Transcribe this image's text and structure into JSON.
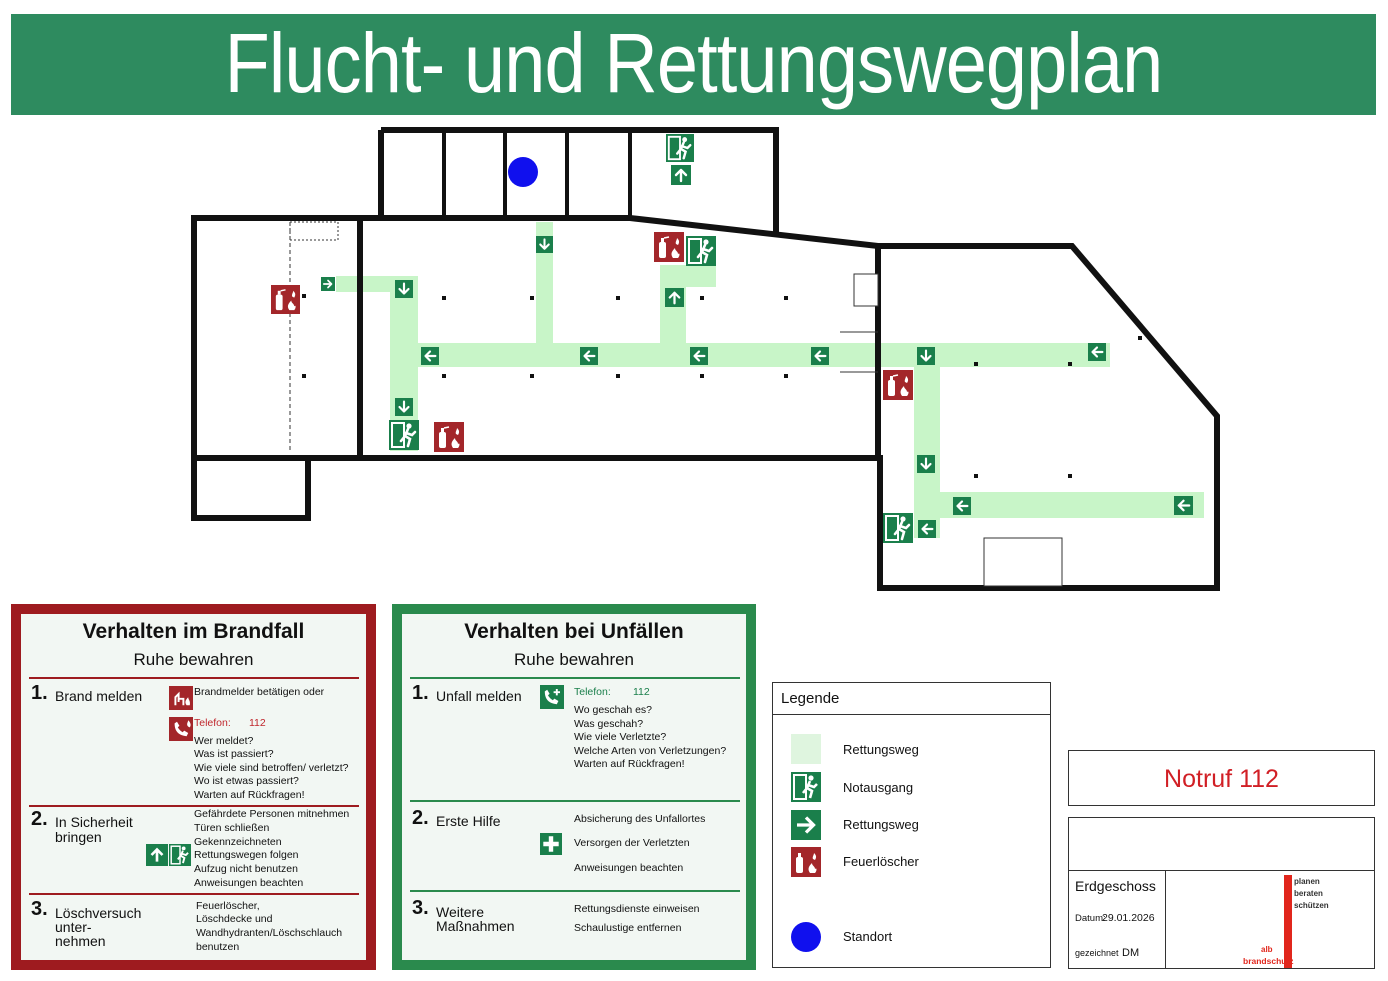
{
  "title": "Flucht- und Rettungswegplan",
  "fire_panel": {
    "heading": "Verhalten im Brandfall",
    "subheading": "Ruhe bewahren",
    "step1": {
      "num": "1.",
      "title": "Brand melden",
      "line1": "Brandmelder betätigen oder",
      "phone_label": "Telefon:",
      "phone_number": "112",
      "questions": [
        "Wer meldet?",
        "Was ist passiert?",
        "Wie viele sind betroffen/ verletzt?",
        "Wo ist etwas passiert?",
        "Warten auf Rückfragen!"
      ]
    },
    "step2": {
      "num": "2.",
      "title_line1": "In Sicherheit",
      "title_line2": "bringen",
      "lines": [
        "Gefährdete Personen mitnehmen",
        "Türen schließen",
        "Gekennzeichneten",
        "Rettungswegen folgen",
        "Aufzug nicht benutzen",
        "Anweisungen beachten"
      ]
    },
    "step3": {
      "num": "3.",
      "title_line1": "Löschversuch",
      "title_line2": "unter-",
      "title_line3": "nehmen",
      "lines": [
        "Feuerlöscher,",
        "Löschdecke und",
        "Wandhydranten/Löschschlauch",
        "benutzen"
      ]
    }
  },
  "accident_panel": {
    "heading": "Verhalten bei Unfällen",
    "subheading": "Ruhe bewahren",
    "step1": {
      "num": "1.",
      "title": "Unfall melden",
      "phone_label": "Telefon:",
      "phone_number": "112",
      "questions": [
        "Wo geschah es?",
        "Was geschah?",
        "Wie viele Verletzte?",
        "Welche Arten von Verletzungen?",
        "Warten auf Rückfragen!"
      ]
    },
    "step2": {
      "num": "2.",
      "title": "Erste Hilfe",
      "lines": [
        "Absicherung des Unfallortes",
        "Versorgen der Verletzten",
        "Anweisungen beachten"
      ]
    },
    "step3": {
      "num": "3.",
      "title_line1": "Weitere",
      "title_line2": "Maßnahmen",
      "lines": [
        "Rettungsdienste einweisen",
        "Schaulustige entfernen"
      ]
    }
  },
  "legend": {
    "title": "Legende",
    "items": [
      {
        "icon": "escape-route-area",
        "label": "Rettungsweg"
      },
      {
        "icon": "emergency-exit-sign",
        "label": "Notausgang"
      },
      {
        "icon": "escape-direction-arrow",
        "label": "Rettungsweg"
      },
      {
        "icon": "fire-extinguisher-sign",
        "label": "Feuerlöscher"
      },
      {
        "icon": "standort-dot",
        "label": "Standort"
      }
    ]
  },
  "notruf": "Notruf 112",
  "info": {
    "floor": "Erdgeschoss",
    "date_label": "Datum:",
    "date": "29.01.2026",
    "drawn_label": "gezeichnet",
    "drawn": "DM",
    "logo_lines": [
      "planen",
      "beraten",
      "schützen"
    ],
    "logo_brand_prefix": "alb",
    "logo_brand": "brandschutz"
  },
  "colors": {
    "title_green": "#2e8b5f",
    "sign_green": "#1a7f4b",
    "escape_route": "#c8f5c8",
    "fire_red": "#a3262a",
    "standort_blue": "#1010ee"
  }
}
